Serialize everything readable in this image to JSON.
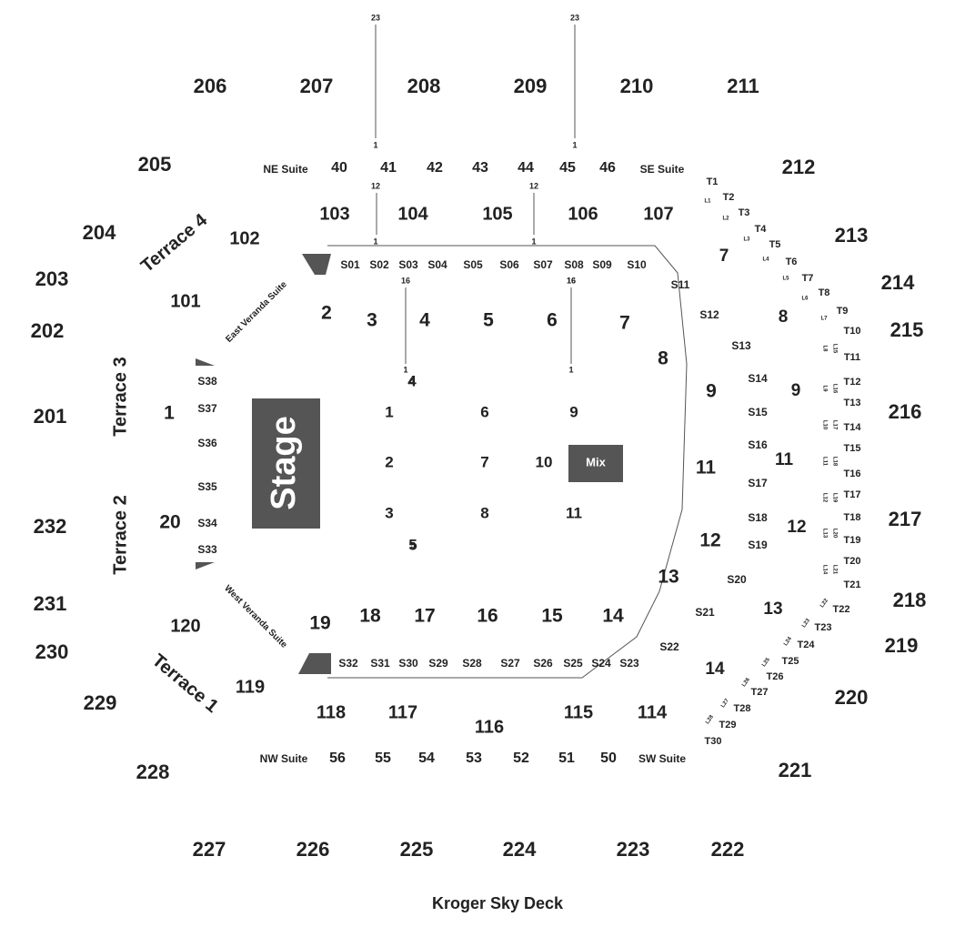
{
  "colors": {
    "shape": "#555555",
    "text": "#222222",
    "line": "#555555",
    "stage_text": "#ffffff"
  },
  "stage": {
    "label": "Stage"
  },
  "mix": {
    "label": "Mix"
  },
  "footer": {
    "label": "Kroger Sky Deck"
  },
  "upper_sections": [
    "206",
    "207",
    "208",
    "209",
    "210",
    "211",
    "205",
    "212",
    "204",
    "213",
    "203",
    "214",
    "202",
    "215",
    "201",
    "216",
    "232",
    "217",
    "231",
    "218",
    "230",
    "219",
    "229",
    "220",
    "228",
    "221",
    "227",
    "226",
    "225",
    "224",
    "223",
    "222"
  ],
  "suites": [
    "NE Suite",
    "SE Suite",
    "NW Suite",
    "SW Suite"
  ],
  "veranda_suites": [
    "East Veranda Suite",
    "West Veranda Suite"
  ],
  "terraces": [
    "Terrace 4",
    "Terrace 3",
    "Terrace 2",
    "Terrace 1"
  ],
  "club_boxes": [
    "40",
    "41",
    "42",
    "43",
    "44",
    "45",
    "46",
    "56",
    "55",
    "54",
    "53",
    "52",
    "51",
    "50"
  ],
  "lower_sections": [
    "103",
    "104",
    "105",
    "106",
    "107",
    "102",
    "101",
    "120",
    "119",
    "118",
    "117",
    "116",
    "115",
    "114"
  ],
  "suite_boxes": [
    "S01",
    "S02",
    "S03",
    "S04",
    "S05",
    "S06",
    "S07",
    "S08",
    "S09",
    "S10",
    "S11",
    "S12",
    "S13",
    "S14",
    "S15",
    "S16",
    "S17",
    "S18",
    "S19",
    "S20",
    "S21",
    "S22",
    "S23",
    "S24",
    "S25",
    "S26",
    "S27",
    "S28",
    "S29",
    "S30",
    "S31",
    "S32",
    "S33",
    "S34",
    "S35",
    "S36",
    "S37",
    "S38"
  ],
  "floor_ring_sections": [
    "2",
    "3",
    "4",
    "5",
    "6",
    "7",
    "8",
    "9",
    "11",
    "12",
    "13",
    "14",
    "15",
    "16",
    "17",
    "18",
    "19",
    "1",
    "20"
  ],
  "inner_sections": [
    "7",
    "8",
    "9",
    "11",
    "12",
    "13",
    "14"
  ],
  "floor_sections": [
    "1",
    "2",
    "3",
    "4",
    "5",
    "6",
    "7",
    "8",
    "9",
    "10",
    "11"
  ],
  "terrace_boxes": [
    "T1",
    "T2",
    "T3",
    "T4",
    "T5",
    "T6",
    "T7",
    "T8",
    "T9",
    "T10",
    "T11",
    "T12",
    "T13",
    "T14",
    "T15",
    "T16",
    "T17",
    "T18",
    "T19",
    "T20",
    "T21",
    "T22",
    "T23",
    "T24",
    "T25",
    "T26",
    "T27",
    "T28",
    "T29",
    "T30"
  ],
  "loge_boxes": [
    "L1",
    "L2",
    "L3",
    "L4",
    "L5",
    "L6",
    "L7",
    "L8",
    "L15",
    "L9",
    "L16",
    "L10",
    "L17",
    "L11",
    "L18",
    "L12",
    "L19",
    "L13",
    "L20",
    "L14",
    "L21",
    "L22",
    "L23",
    "L24",
    "L25",
    "L26",
    "L27",
    "L28"
  ],
  "row_markers": [
    "23",
    "1",
    "23",
    "1",
    "12",
    "1",
    "12",
    "1",
    "16",
    "1",
    "16",
    "1",
    "4",
    "16",
    "5"
  ]
}
